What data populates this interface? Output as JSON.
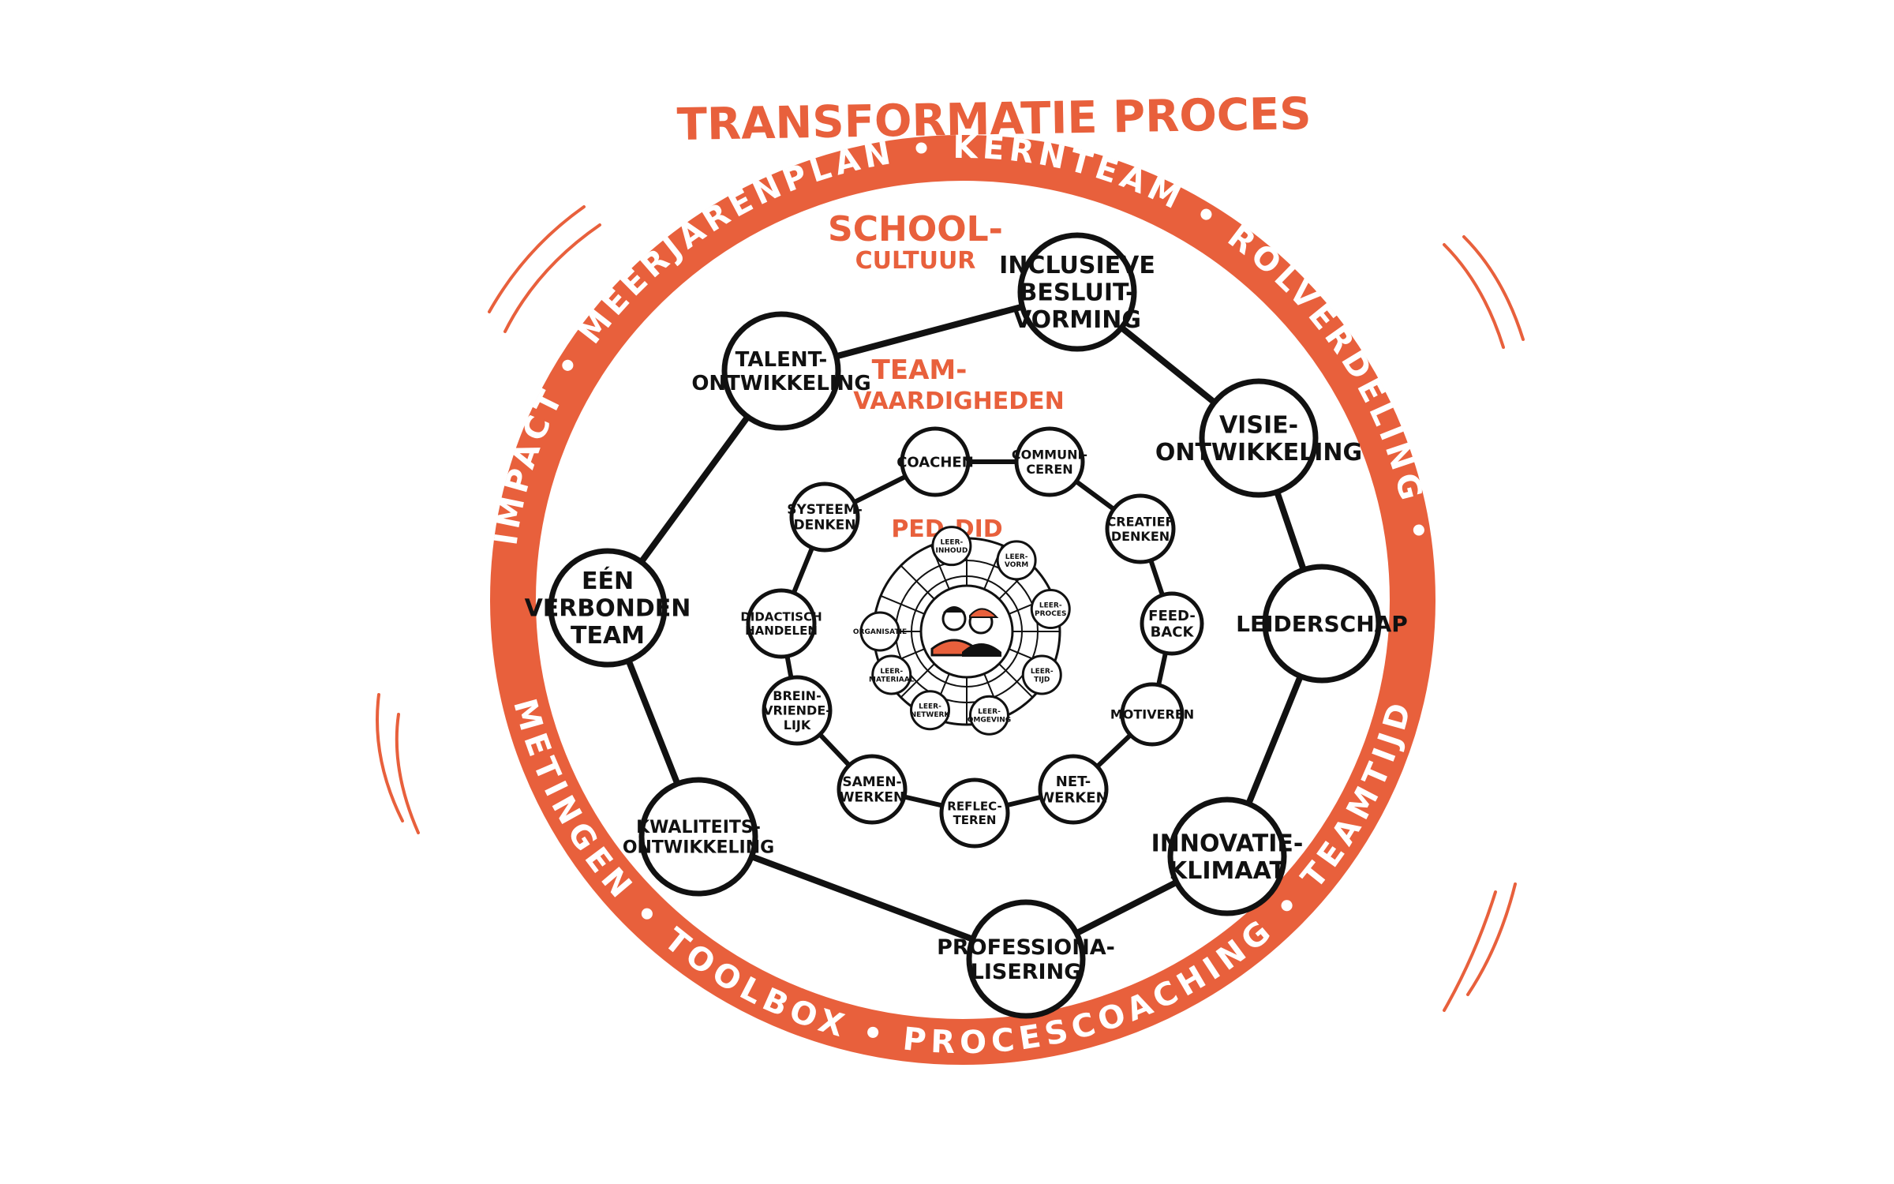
{
  "colors": {
    "accent": "#e8603c",
    "ink": "#111111",
    "paper": "#ffffff"
  },
  "title": "TRANSFORMATIE PROCES",
  "ring_items": [
    "MEERJARENPLAN",
    "KERNTEAM",
    "ROLVERDELING",
    "TEAMTIJD",
    "PROCESCOACHING",
    "TOOLBOX",
    "METINGEN",
    "IMPACT"
  ],
  "labels": {
    "school_cultuur": [
      "SCHOOL-",
      "CULTUUR"
    ],
    "team_vaardigheden": [
      "TEAM-",
      "VAARDIGHEDEN"
    ],
    "ped_did": "PED-DID"
  },
  "outer_nodes": [
    {
      "id": "inclusieve-besluitvorming",
      "lines": [
        "INCLUSIEVE",
        "BESLUIT-",
        "VORMING"
      ]
    },
    {
      "id": "visie-ontwikkeling",
      "lines": [
        "VISIE-",
        "ONTWIKKELING"
      ]
    },
    {
      "id": "leiderschap",
      "lines": [
        "LEIDERSCHAP"
      ]
    },
    {
      "id": "innovatieklimaat",
      "lines": [
        "INNOVATIE-",
        "KLIMAAT"
      ]
    },
    {
      "id": "professionalisering",
      "lines": [
        "PROFESSIONA-",
        "LISERING"
      ]
    },
    {
      "id": "kwaliteitsontwikkeling",
      "lines": [
        "KWALITEITS-",
        "ONTWIKKELING"
      ]
    },
    {
      "id": "een-verbonden-team",
      "lines": [
        "EÉN",
        "VERBONDEN",
        "TEAM"
      ]
    },
    {
      "id": "talentontwikkeling",
      "lines": [
        "TALENT-",
        "ONTWIKKELING"
      ]
    }
  ],
  "team_nodes": [
    {
      "id": "coachen",
      "lines": [
        "COACHEN"
      ]
    },
    {
      "id": "communiceren",
      "lines": [
        "COMMUNI-",
        "CEREN"
      ]
    },
    {
      "id": "creatief-denken",
      "lines": [
        "CREATIEF",
        "DENKEN"
      ]
    },
    {
      "id": "feedback",
      "lines": [
        "FEED-",
        "BACK"
      ]
    },
    {
      "id": "motiveren",
      "lines": [
        "MOTIVEREN"
      ]
    },
    {
      "id": "netwerken",
      "lines": [
        "NET-",
        "WERKEN"
      ]
    },
    {
      "id": "reflecteren",
      "lines": [
        "REFLEC-",
        "TEREN"
      ]
    },
    {
      "id": "samenwerken",
      "lines": [
        "SAMEN-",
        "WERKEN"
      ]
    },
    {
      "id": "breinvriendelijk",
      "lines": [
        "BREIN-",
        "VRIENDE-",
        "LIJK"
      ]
    },
    {
      "id": "didactisch-handelen",
      "lines": [
        "DIDACTISCH",
        "HANDELEN"
      ]
    },
    {
      "id": "systeemdenken",
      "lines": [
        "SYSTEEM-",
        "DENKEN"
      ]
    }
  ],
  "core_nodes": [
    {
      "id": "leerinhoud",
      "lines": [
        "LEER-",
        "INHOUD"
      ]
    },
    {
      "id": "leervorm",
      "lines": [
        "LEER-",
        "VORM"
      ]
    },
    {
      "id": "leerproces",
      "lines": [
        "LEER-",
        "PROCES"
      ]
    },
    {
      "id": "leertijd",
      "lines": [
        "LEER-",
        "TIJD"
      ]
    },
    {
      "id": "leeromgeving",
      "lines": [
        "LEER-",
        "OMGEVING"
      ]
    },
    {
      "id": "leernetwerk",
      "lines": [
        "LEER-",
        "NETWERK"
      ]
    },
    {
      "id": "leermateriaal",
      "lines": [
        "LEER-",
        "MATERIAAL"
      ]
    },
    {
      "id": "organisatie",
      "lines": [
        "ORGANISATIE"
      ]
    }
  ]
}
